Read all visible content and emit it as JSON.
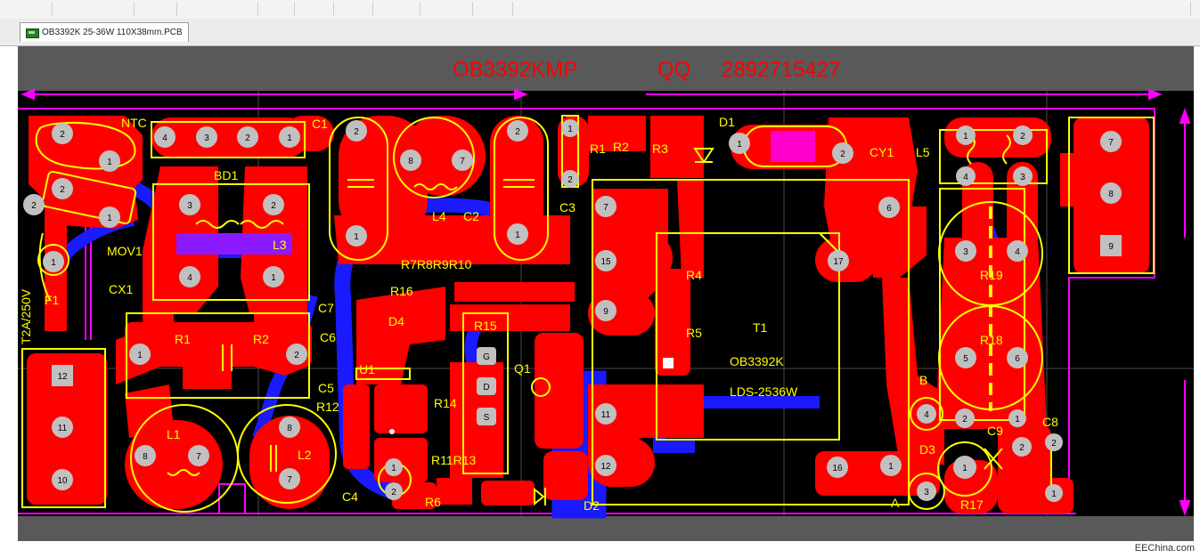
{
  "window": {
    "tab_label": "OB3392K 25-36W 110X38mm.PCB",
    "tab_icon": "pcb-document-icon"
  },
  "board": {
    "title_part": "OB3392KMP",
    "title_qq": "QQ",
    "title_number": "2892715427",
    "transformer_model": "OB3392K",
    "transformer_code": "LDS-2536W",
    "colors": {
      "copper_top": "#ff0000",
      "copper_bottom": "#1a1aff",
      "silkscreen": "#ffff00",
      "outline": "#ff00ff",
      "pad": "#c0c0c0",
      "background": "#000000",
      "border": "#595959"
    },
    "labels": {
      "ntc": "NTC",
      "bd1": "BD1",
      "c1": "C1",
      "d1": "D1",
      "cy1": "CY1",
      "l5": "L5",
      "mov1": "MOV1",
      "l3": "L3",
      "l4": "L4",
      "c2": "C2",
      "c3": "C3",
      "r1": "R1",
      "r2": "R2",
      "r3": "R3",
      "cx1": "CX1",
      "f1": "F1",
      "fuse_rating": "T2A/250V",
      "r1b": "R1",
      "r2b": "R2",
      "r7r8r9r10": "R7R8R9R10",
      "r16": "R16",
      "c7": "C7",
      "c6": "C6",
      "d4": "D4",
      "r15": "R15",
      "q1": "Q1",
      "u1": "U1",
      "c5": "C5",
      "r12": "R12",
      "r14": "R14",
      "r4": "R4",
      "r5": "R5",
      "t1": "T1",
      "r19": "R19",
      "r18": "R18",
      "b": "B",
      "c8": "C8",
      "c9": "C9",
      "d3": "D3",
      "a": "A",
      "r17": "R17",
      "l1": "L1",
      "l2": "L2",
      "c4": "C4",
      "r6": "R6",
      "r11r13": "R11R13",
      "d2": "D2",
      "g": "G",
      "d": "D",
      "s": "S"
    },
    "pad_numbers": {
      "p1": "1",
      "p2": "2",
      "p3": "3",
      "p4": "4",
      "p5": "5",
      "p6": "6",
      "p7": "7",
      "p8": "8",
      "p9": "9",
      "p10": "10",
      "p11": "11",
      "p12": "12",
      "p15": "15",
      "p16": "16",
      "p17": "17"
    }
  },
  "footer": {
    "watermark": "EEChina.com"
  }
}
